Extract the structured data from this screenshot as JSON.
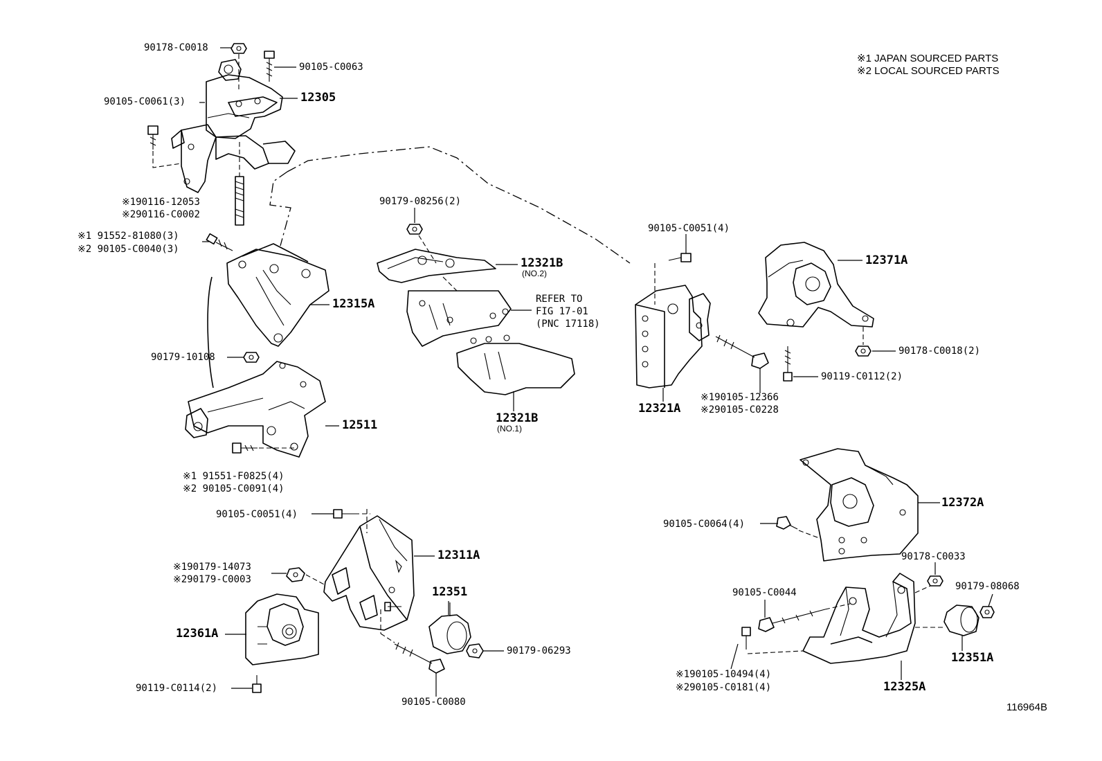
{
  "notes": {
    "line1": "※1 JAPAN SOURCED PARTS",
    "line2": "※2 LOCAL SOURCED PARTS"
  },
  "illustration_no": "116964B",
  "refer": {
    "line1": "REFER TO",
    "line2": "FIG 17-01",
    "line3": "(PNC 17118)"
  },
  "labels": {
    "p90178_C0018_top": "90178-C0018",
    "p90105_C0063": "90105-C0063",
    "p12305": "12305",
    "p90105_C0061": "90105-C0061(3)",
    "p90116_12053": "※190116-12053",
    "p90116_C0002": "※290116-C0002",
    "p91552_81080": "※1 91552-81080(3)",
    "p90105_C0040": "※2 90105-C0040(3)",
    "p12315A": "12315A",
    "p90179_10108": "90179-10108",
    "p12511": "12511",
    "p91551_F0825": "※1 91551-F0825(4)",
    "p90105_C0091": "※2 90105-C0091(4)",
    "p90105_C0051_left": "90105-C0051(4)",
    "p90179_14073": "※190179-14073",
    "p90179_C0003": "※290179-C0003",
    "p12311A": "12311A",
    "p12351": "12351",
    "p12361A": "12361A",
    "p90179_06293": "90179-06293",
    "p90119_C0114": "90119-C0114(2)",
    "p90105_C0080": "90105-C0080",
    "p90179_08256": "90179-08256(2)",
    "p12321B_no2": "12321B",
    "p12321B_no2_sub": "(NO.2)",
    "p12321B_no1": "12321B",
    "p12321B_no1_sub": "(NO.1)",
    "p90105_C0051_right": "90105-C0051(4)",
    "p12321A": "12321A",
    "p90105_12366": "※190105-12366",
    "p90105_C0228": "※290105-C0228",
    "p12371A": "12371A",
    "p90178_C0018_right": "90178-C0018(2)",
    "p90119_C0112": "90119-C0112(2)",
    "p12372A": "12372A",
    "p90105_C0064": "90105-C0064(4)",
    "p90178_C0033": "90178-C0033",
    "p90179_08068": "90179-08068",
    "p90105_C0044": "90105-C0044",
    "p12351A": "12351A",
    "p90105_10494": "※190105-10494(4)",
    "p90105_C0181": "※290105-C0181(4)",
    "p12325A": "12325A"
  }
}
